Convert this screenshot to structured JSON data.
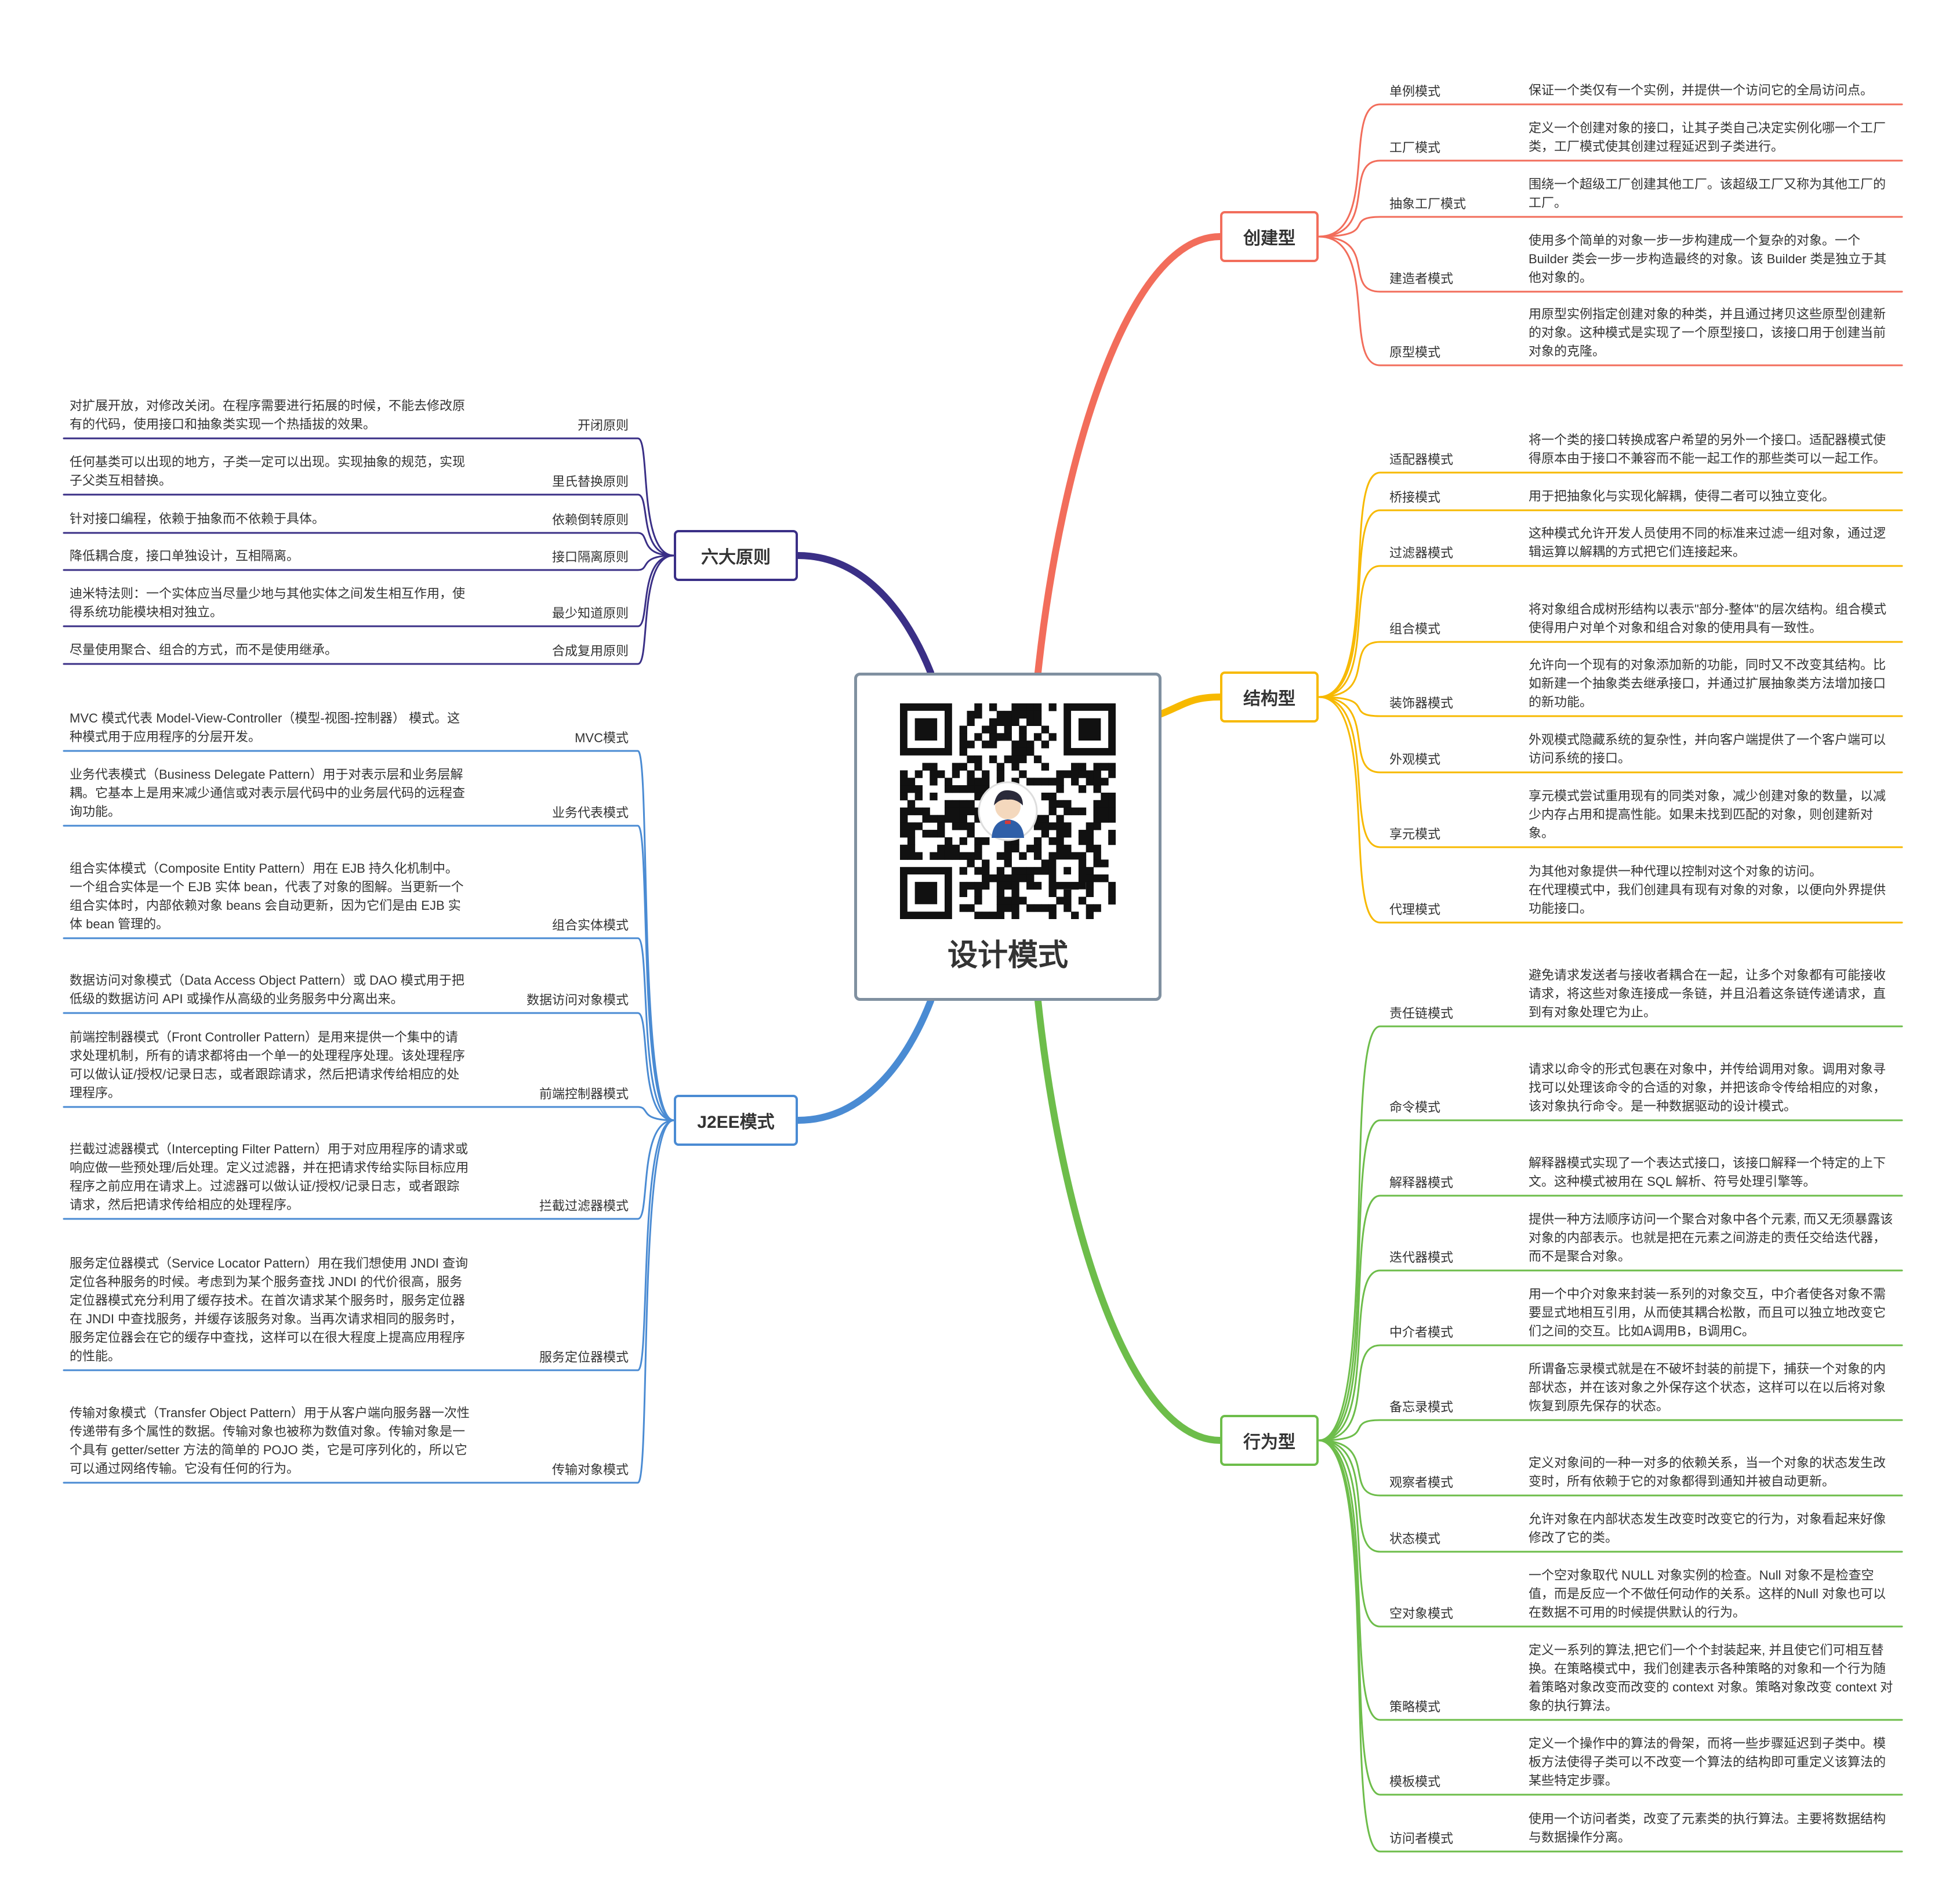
{
  "title": "设计模式",
  "colors": {
    "creational": "#f26d5b",
    "structural": "#f7b900",
    "behavioral": "#6dbd4a",
    "principles": "#3a2f86",
    "j2ee": "#4a8bd3",
    "center_border": "#8090a0"
  },
  "branches": {
    "creational": {
      "label": "创建型",
      "items": [
        {
          "name": "单例模式",
          "desc": "保证一个类仅有一个实例，并提供一个访问它的全局访问点。"
        },
        {
          "name": "工厂模式",
          "desc": "定义一个创建对象的接口，让其子类自己决定实例化哪一个工厂类，工厂模式使其创建过程延迟到子类进行。"
        },
        {
          "name": "抽象工厂模式",
          "desc": "围绕一个超级工厂创建其他工厂。该超级工厂又称为其他工厂的工厂。"
        },
        {
          "name": "建造者模式",
          "desc": "使用多个简单的对象一步一步构建成一个复杂的对象。一个 Builder 类会一步一步构造最终的对象。该 Builder 类是独立于其他对象的。"
        },
        {
          "name": "原型模式",
          "desc": "用原型实例指定创建对象的种类，并且通过拷贝这些原型创建新的对象。这种模式是实现了一个原型接口，该接口用于创建当前对象的克隆。"
        }
      ]
    },
    "structural": {
      "label": "结构型",
      "items": [
        {
          "name": "适配器模式",
          "desc": "将一个类的接口转换成客户希望的另外一个接口。适配器模式使得原本由于接口不兼容而不能一起工作的那些类可以一起工作。"
        },
        {
          "name": "桥接模式",
          "desc": "用于把抽象化与实现化解耦，使得二者可以独立变化。"
        },
        {
          "name": "过滤器模式",
          "desc": "这种模式允许开发人员使用不同的标准来过滤一组对象，通过逻辑运算以解耦的方式把它们连接起来。"
        },
        {
          "name": "组合模式",
          "desc": "将对象组合成树形结构以表示\"部分-整体\"的层次结构。组合模式使得用户对单个对象和组合对象的使用具有一致性。"
        },
        {
          "name": "装饰器模式",
          "desc": "允许向一个现有的对象添加新的功能，同时又不改变其结构。比如新建一个抽象类去继承接口，并通过扩展抽象类方法增加接口的新功能。"
        },
        {
          "name": "外观模式",
          "desc": "外观模式隐藏系统的复杂性，并向客户端提供了一个客户端可以访问系统的接口。"
        },
        {
          "name": "享元模式",
          "desc": "享元模式尝试重用现有的同类对象，减少创建对象的数量，以减少内存占用和提高性能。如果未找到匹配的对象，则创建新对象。"
        },
        {
          "name": "代理模式",
          "desc": "为其他对象提供一种代理以控制对这个对象的访问。\n在代理模式中，我们创建具有现有对象的对象，以便向外界提供功能接口。"
        }
      ]
    },
    "behavioral": {
      "label": "行为型",
      "items": [
        {
          "name": "责任链模式",
          "desc": "避免请求发送者与接收者耦合在一起，让多个对象都有可能接收请求，将这些对象连接成一条链，并且沿着这条链传递请求，直到有对象处理它为止。"
        },
        {
          "name": "命令模式",
          "desc": "请求以命令的形式包裹在对象中，并传给调用对象。调用对象寻找可以处理该命令的合适的对象，并把该命令传给相应的对象，该对象执行命令。是一种数据驱动的设计模式。"
        },
        {
          "name": "解释器模式",
          "desc": "解释器模式实现了一个表达式接口，该接口解释一个特定的上下文。这种模式被用在 SQL 解析、符号处理引擎等。"
        },
        {
          "name": "迭代器模式",
          "desc": "提供一种方法顺序访问一个聚合对象中各个元素, 而又无须暴露该对象的内部表示。也就是把在元素之间游走的责任交给迭代器，而不是聚合对象。"
        },
        {
          "name": "中介者模式",
          "desc": "用一个中介对象来封装一系列的对象交互，中介者使各对象不需要显式地相互引用，从而使其耦合松散，而且可以独立地改变它们之间的交互。比如A调用B，B调用C。"
        },
        {
          "name": "备忘录模式",
          "desc": "所谓备忘录模式就是在不破坏封装的前提下，捕获一个对象的内部状态，并在该对象之外保存这个状态，这样可以在以后将对象恢复到原先保存的状态。"
        },
        {
          "name": "观察者模式",
          "desc": "定义对象间的一种一对多的依赖关系，当一个对象的状态发生改变时，所有依赖于它的对象都得到通知并被自动更新。"
        },
        {
          "name": "状态模式",
          "desc": "允许对象在内部状态发生改变时改变它的行为，对象看起来好像修改了它的类。"
        },
        {
          "name": "空对象模式",
          "desc": "一个空对象取代 NULL 对象实例的检查。Null 对象不是检查空值，而是反应一个不做任何动作的关系。这样的Null 对象也可以在数据不可用的时候提供默认的行为。"
        },
        {
          "name": "策略模式",
          "desc": "定义一系列的算法,把它们一个个封装起来, 并且使它们可相互替换。在策略模式中，我们创建表示各种策略的对象和一个行为随着策略对象改变而改变的 context 对象。策略对象改变 context 对象的执行算法。"
        },
        {
          "name": "模板模式",
          "desc": "定义一个操作中的算法的骨架，而将一些步骤延迟到子类中。模板方法使得子类可以不改变一个算法的结构即可重定义该算法的某些特定步骤。"
        },
        {
          "name": "访问者模式",
          "desc": "使用一个访问者类，改变了元素类的执行算法。主要将数据结构与数据操作分离。"
        }
      ]
    },
    "principles": {
      "label": "六大原则",
      "items": [
        {
          "name": "开闭原则",
          "desc": "对扩展开放，对修改关闭。在程序需要进行拓展的时候，不能去修改原有的代码，使用接口和抽象类实现一个热插拔的效果。"
        },
        {
          "name": "里氏替换原则",
          "desc": "任何基类可以出现的地方，子类一定可以出现。实现抽象的规范，实现子父类互相替换。"
        },
        {
          "name": "依赖倒转原则",
          "desc": "针对接口编程，依赖于抽象而不依赖于具体。"
        },
        {
          "name": "接口隔离原则",
          "desc": "降低耦合度，接口单独设计，互相隔离。"
        },
        {
          "name": "最少知道原则",
          "desc": "迪米特法则：一个实体应当尽量少地与其他实体之间发生相互作用，使得系统功能模块相对独立。"
        },
        {
          "name": "合成复用原则",
          "desc": "尽量使用聚合、组合的方式，而不是使用继承。"
        }
      ]
    },
    "j2ee": {
      "label": "J2EE模式",
      "items": [
        {
          "name": "MVC模式",
          "desc": "MVC 模式代表 Model-View-Controller（模型-视图-控制器） 模式。这种模式用于应用程序的分层开发。"
        },
        {
          "name": "业务代表模式",
          "desc": "业务代表模式（Business Delegate Pattern）用于对表示层和业务层解耦。它基本上是用来减少通信或对表示层代码中的业务层代码的远程查询功能。"
        },
        {
          "name": "组合实体模式",
          "desc": "组合实体模式（Composite Entity Pattern）用在 EJB 持久化机制中。一个组合实体是一个 EJB 实体 bean，代表了对象的图解。当更新一个组合实体时，内部依赖对象 beans 会自动更新，因为它们是由 EJB 实体 bean 管理的。"
        },
        {
          "name": "数据访问对象模式",
          "desc": "数据访问对象模式（Data Access Object Pattern）或 DAO 模式用于把低级的数据访问 API 或操作从高级的业务服务中分离出来。"
        },
        {
          "name": "前端控制器模式",
          "desc": "前端控制器模式（Front Controller Pattern）是用来提供一个集中的请求处理机制，所有的请求都将由一个单一的处理程序处理。该处理程序可以做认证/授权/记录日志，或者跟踪请求，然后把请求传给相应的处理程序。"
        },
        {
          "name": "拦截过滤器模式",
          "desc": "拦截过滤器模式（Intercepting Filter Pattern）用于对应用程序的请求或响应做一些预处理/后处理。定义过滤器，并在把请求传给实际目标应用程序之前应用在请求上。过滤器可以做认证/授权/记录日志，或者跟踪请求，然后把请求传给相应的处理程序。"
        },
        {
          "name": "服务定位器模式",
          "desc": "服务定位器模式（Service Locator Pattern）用在我们想使用 JNDI 查询定位各种服务的时候。考虑到为某个服务查找 JNDI 的代价很高，服务定位器模式充分利用了缓存技术。在首次请求某个服务时，服务定位器在 JNDI 中查找服务，并缓存该服务对象。当再次请求相同的服务时，服务定位器会在它的缓存中查找，这样可以在很大程度上提高应用程序的性能。"
        },
        {
          "name": "传输对象模式",
          "desc": "传输对象模式（Transfer Object Pattern）用于从客户端向服务器一次性传递带有多个属性的数据。传输对象也被称为数值对象。传输对象是一个具有 getter/setter 方法的简单的 POJO 类，它是可序列化的，所以它可以通过网络传输。它没有任何的行为。"
        }
      ]
    }
  }
}
